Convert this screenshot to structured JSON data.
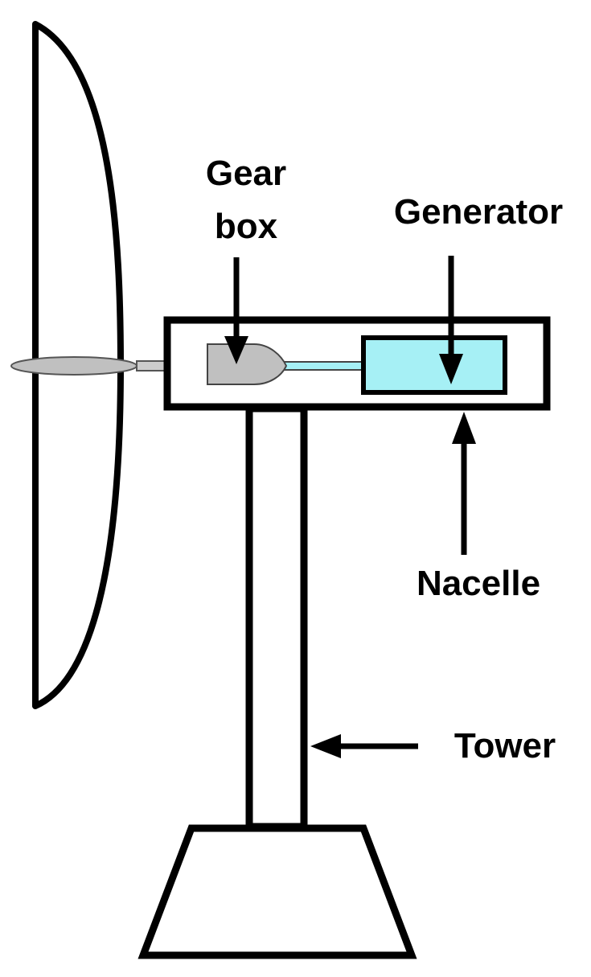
{
  "labels": {
    "gearbox_line1": "Gear",
    "gearbox_line2": "box",
    "generator": "Generator",
    "nacelle": "Nacelle",
    "tower": "Tower"
  },
  "colors": {
    "stroke": "#000000",
    "background": "#ffffff",
    "gearbox_fill": "#c0c0c0",
    "hub_fill": "#c0c0c0",
    "generator_fill": "#a6f0f5",
    "shaft_fill": "#a6f0f5"
  }
}
